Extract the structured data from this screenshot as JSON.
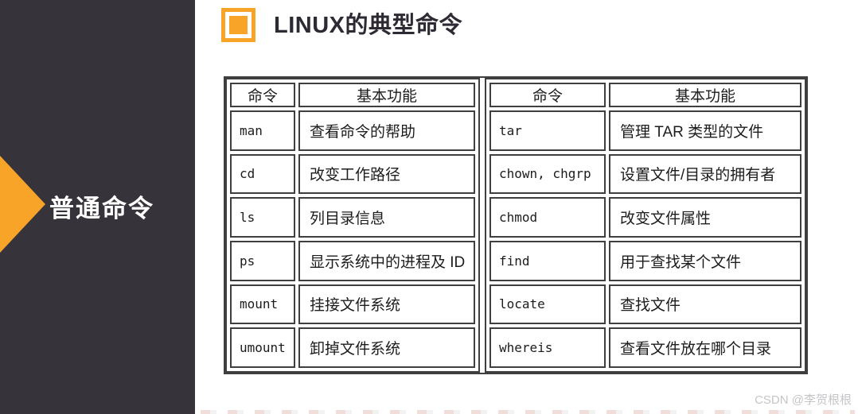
{
  "page": {
    "title": "LINUX的典型命令",
    "sidebar": {
      "label": "普通命令"
    },
    "watermark": "CSDN @李贺根根"
  },
  "colors": {
    "accent_orange": "#F7A428",
    "sidebar_bg": "#37333A",
    "table_border": "#3F3F3F",
    "title_text": "#2E2A33",
    "watermark_text": "#C5C5C8"
  },
  "tables": {
    "column_headers": [
      "命令",
      "基本功能"
    ],
    "left": [
      {
        "command": "man",
        "function": "查看命令的帮助"
      },
      {
        "command": "cd",
        "function": "改变工作路径"
      },
      {
        "command": "ls",
        "function": "列目录信息"
      },
      {
        "command": "ps",
        "function": "显示系统中的进程及 ID"
      },
      {
        "command": "mount",
        "function": "挂接文件系统"
      },
      {
        "command": "umount",
        "function": "卸掉文件系统"
      }
    ],
    "right": [
      {
        "command": "tar",
        "function": "管理 TAR 类型的文件"
      },
      {
        "command": "chown, chgrp",
        "function": "设置文件/目录的拥有者"
      },
      {
        "command": "chmod",
        "function": "改变文件属性"
      },
      {
        "command": "find",
        "function": "用于查找某个文件"
      },
      {
        "command": "locate",
        "function": "查找文件"
      },
      {
        "command": "whereis",
        "function": "查看文件放在哪个目录"
      }
    ]
  }
}
